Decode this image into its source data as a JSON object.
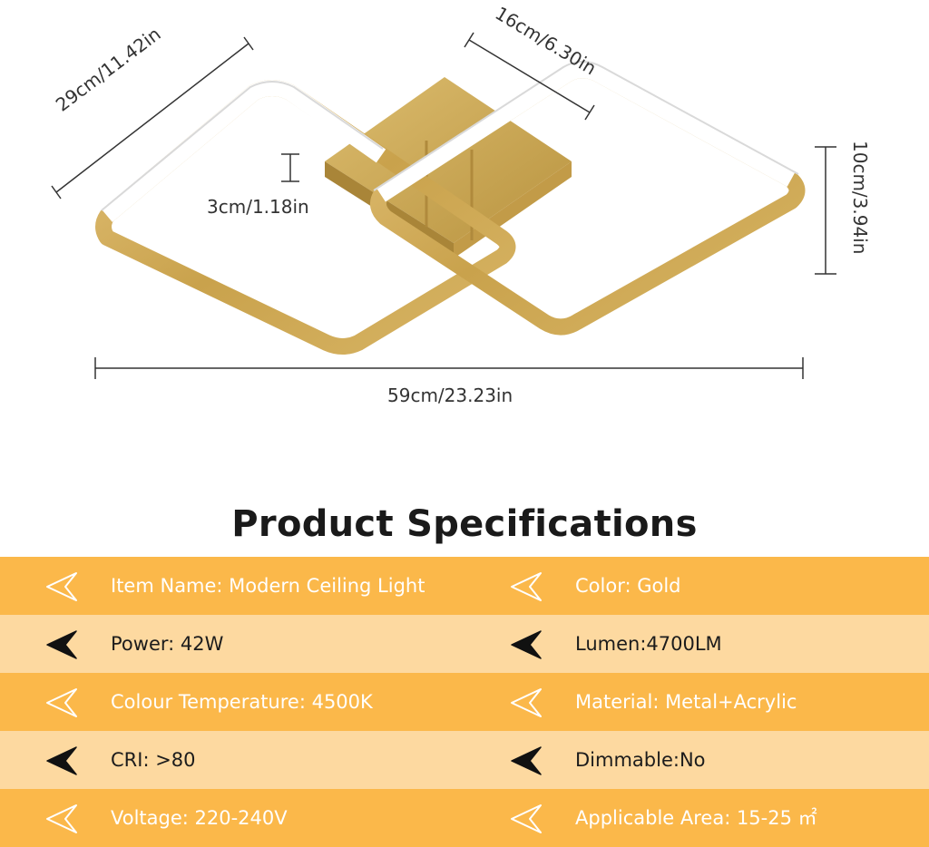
{
  "colors": {
    "gold": "#d0a84f",
    "gold_dark": "#b8913e",
    "row_dark": "#fbb84a",
    "row_light": "#fdd9a0"
  },
  "dimensions": {
    "diagonal": "29cm/11.42in",
    "depth": "16cm/6.30in",
    "thickness": "3cm/1.18in",
    "height": "10cm/3.94in",
    "width": "59cm/23.23in"
  },
  "title": "Product Specifications",
  "specs": [
    {
      "left": "Item Name: Modern Ceiling Light",
      "right": "Color: Gold",
      "icon": "outline-arrow-icon"
    },
    {
      "left": "Power: 42W",
      "right": "Lumen:4700LM",
      "icon": "solid-arrow-icon"
    },
    {
      "left": "Colour Temperature: 4500K",
      "right": "Material: Metal+Acrylic",
      "icon": "outline-arrow-icon"
    },
    {
      "left": "CRI: >80",
      "right": "Dimmable:No",
      "icon": "solid-arrow-icon"
    },
    {
      "left": "Voltage: 220-240V",
      "right": "Applicable Area: 15-25 ㎡",
      "icon": "outline-arrow-icon"
    }
  ]
}
